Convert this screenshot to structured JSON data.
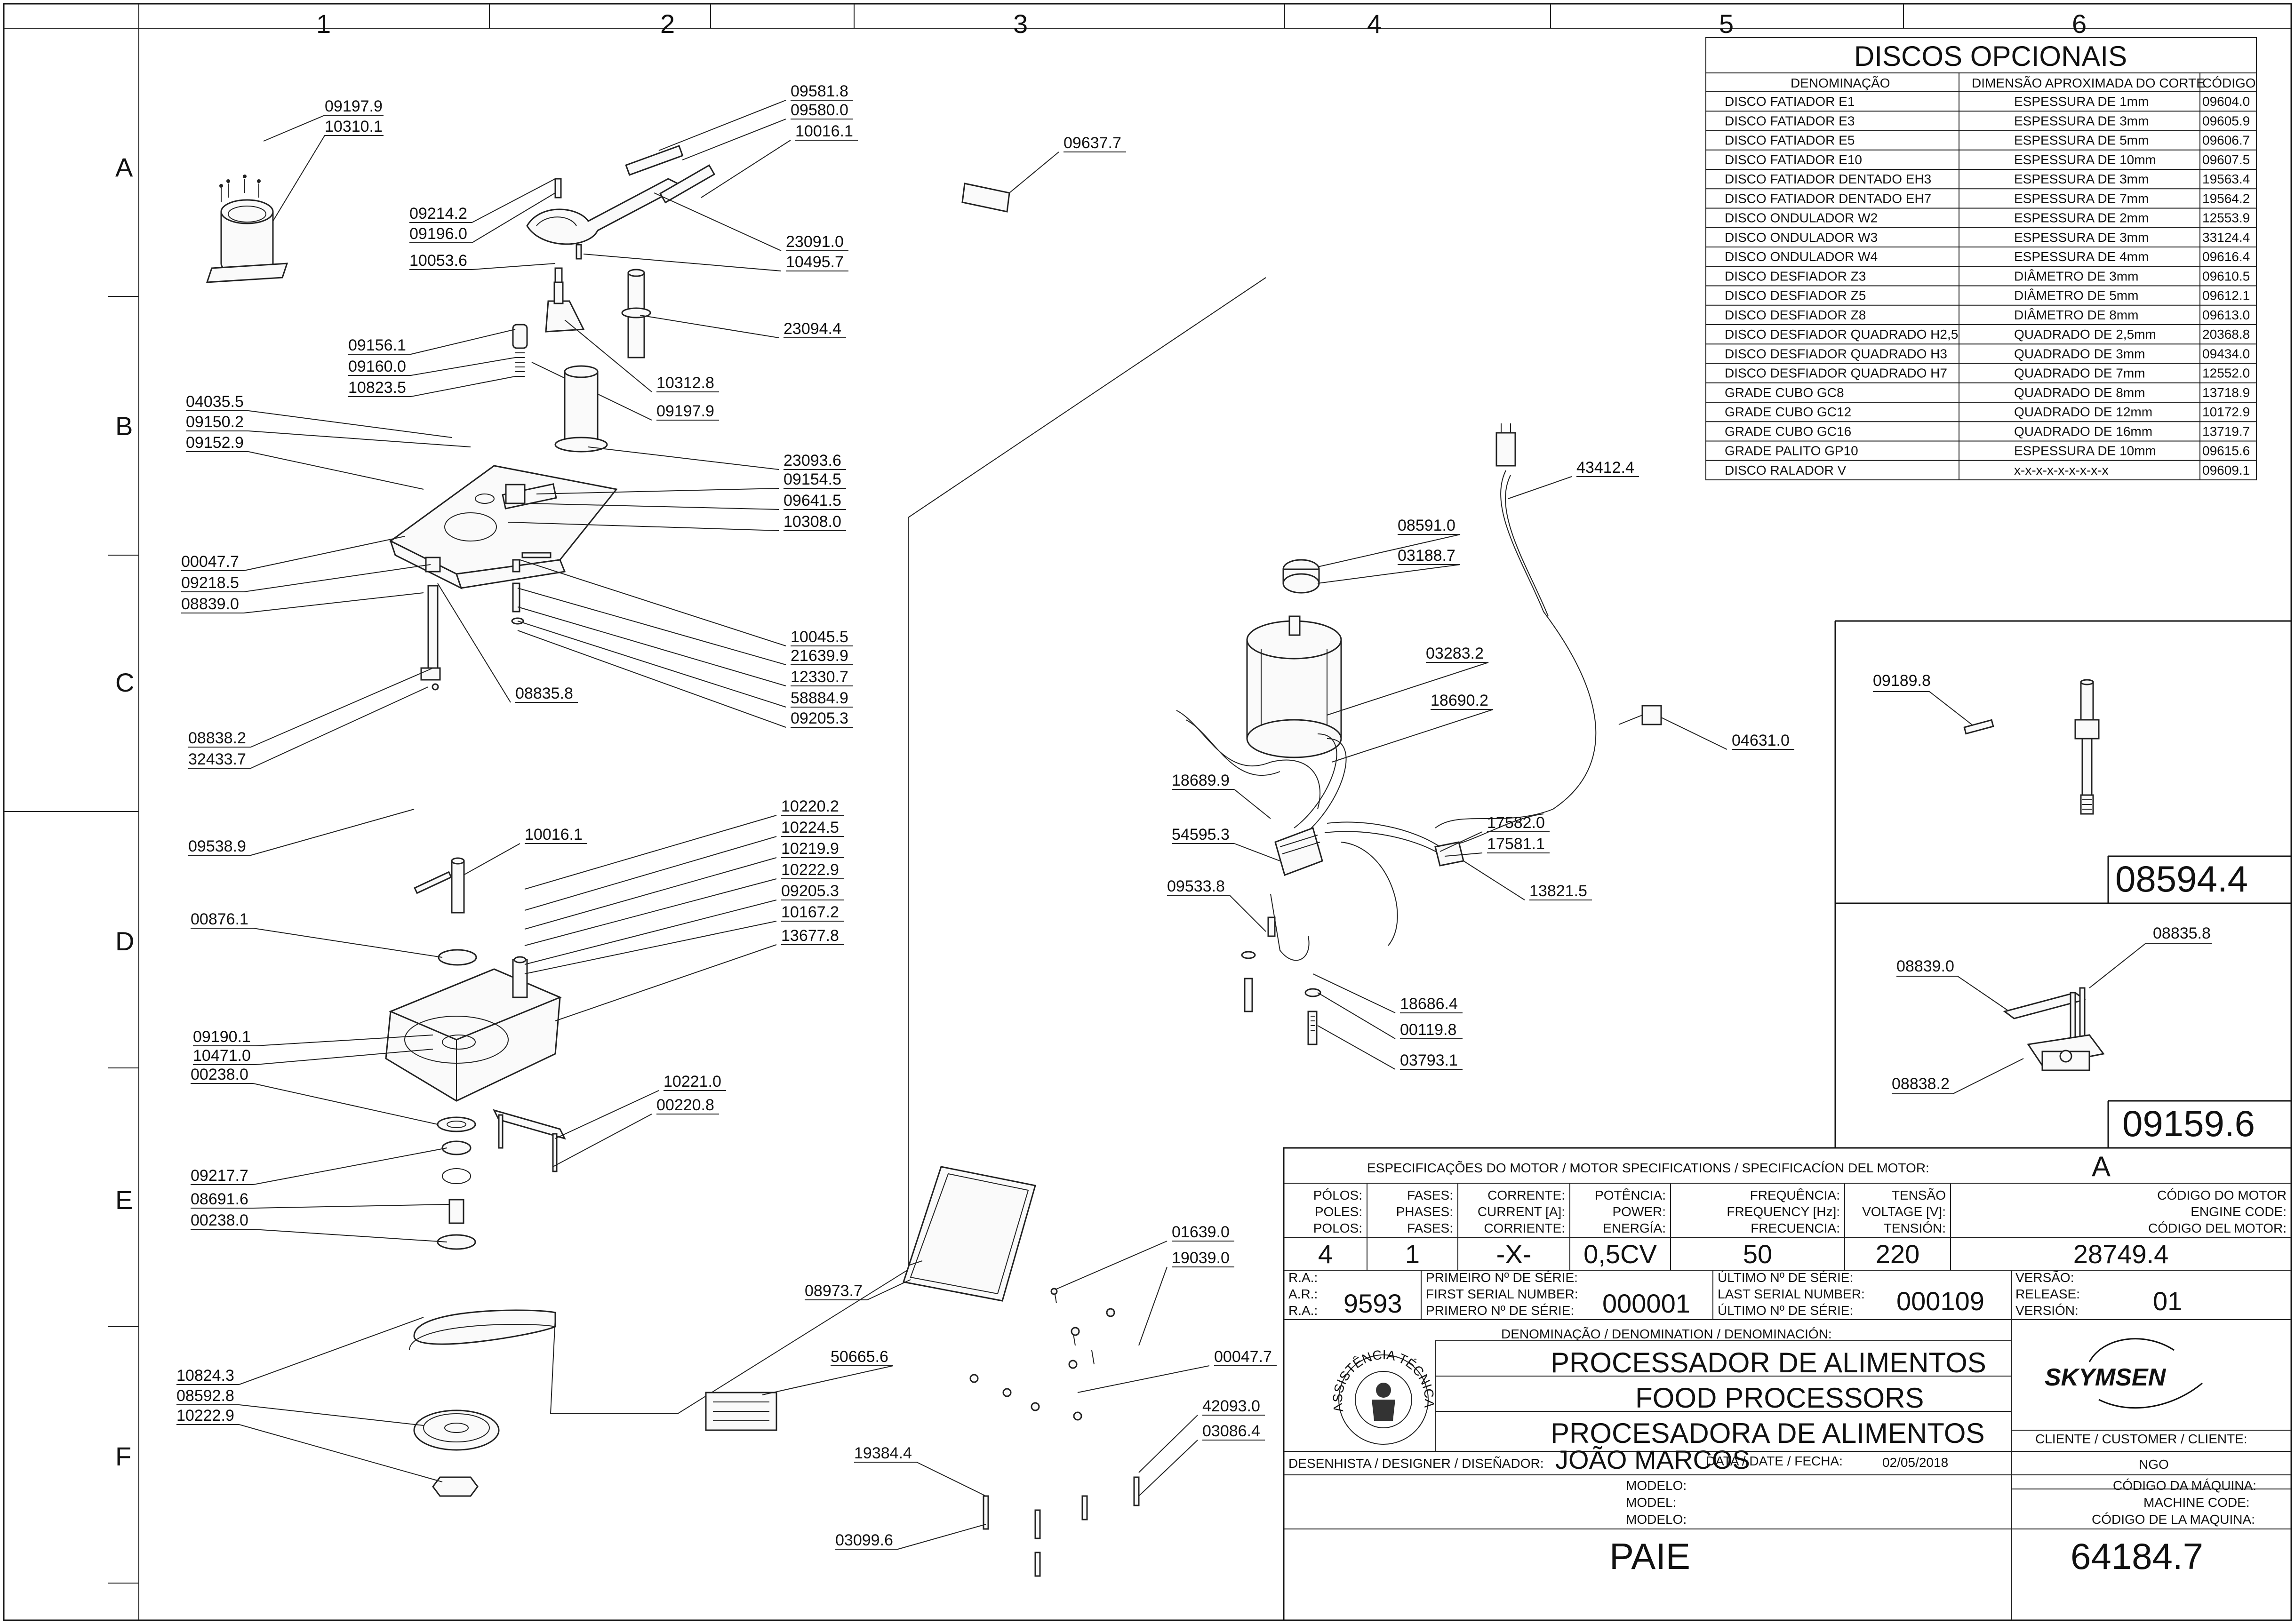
{
  "grid": {
    "columns": [
      "1",
      "2",
      "3",
      "4",
      "5",
      "6"
    ],
    "rows": [
      "A",
      "B",
      "C",
      "D",
      "E",
      "F"
    ]
  },
  "discs": {
    "title": "DISCOS OPCIONAIS",
    "headers": [
      "DENOMINAÇÃO",
      "DIMENSÃO APROXIMADA DO CORTE",
      "CÓDIGO"
    ],
    "rows": [
      [
        "DISCO FATIADOR E1",
        "ESPESSURA DE 1mm",
        "09604.0"
      ],
      [
        "DISCO FATIADOR E3",
        "ESPESSURA DE 3mm",
        "09605.9"
      ],
      [
        "DISCO FATIADOR E5",
        "ESPESSURA DE 5mm",
        "09606.7"
      ],
      [
        "DISCO FATIADOR E10",
        "ESPESSURA DE 10mm",
        "09607.5"
      ],
      [
        "DISCO FATIADOR DENTADO EH3",
        "ESPESSURA DE 3mm",
        "19563.4"
      ],
      [
        "DISCO FATIADOR DENTADO EH7",
        "ESPESSURA DE 7mm",
        "19564.2"
      ],
      [
        "DISCO ONDULADOR W2",
        "ESPESSURA DE 2mm",
        "12553.9"
      ],
      [
        "DISCO ONDULADOR W3",
        "ESPESSURA DE 3mm",
        "33124.4"
      ],
      [
        "DISCO ONDULADOR W4",
        "ESPESSURA DE 4mm",
        "09616.4"
      ],
      [
        "DISCO DESFIADOR Z3",
        "DIÂMETRO DE 3mm",
        "09610.5"
      ],
      [
        "DISCO DESFIADOR Z5",
        "DIÂMETRO DE 5mm",
        "09612.1"
      ],
      [
        "DISCO DESFIADOR Z8",
        "DIÂMETRO DE 8mm",
        "09613.0"
      ],
      [
        "DISCO DESFIADOR QUADRADO H2,5",
        "QUADRADO DE 2,5mm",
        "20368.8"
      ],
      [
        "DISCO DESFIADOR QUADRADO H3",
        "QUADRADO DE 3mm",
        "09434.0"
      ],
      [
        "DISCO DESFIADOR QUADRADO H7",
        "QUADRADO DE 7mm",
        "12552.0"
      ],
      [
        "GRADE CUBO GC8",
        "QUADRADO DE 8mm",
        "13718.9"
      ],
      [
        "GRADE CUBO GC12",
        "QUADRADO DE 12mm",
        "10172.9"
      ],
      [
        "GRADE CUBO GC16",
        "QUADRADO DE 16mm",
        "13719.7"
      ],
      [
        "GRADE PALITO GP10",
        "ESPESSURA DE 10mm",
        "09615.6"
      ],
      [
        "DISCO RALADOR V",
        "x-x-x-x-x-x-x-x-x",
        "09609.1"
      ]
    ]
  },
  "detail_boxes": [
    {
      "code": "08594.4",
      "labels": [
        "09189.8"
      ]
    },
    {
      "code": "09159.6",
      "labels": [
        "08839.0",
        "08835.8",
        "08838.2"
      ]
    }
  ],
  "callouts": {
    "top_left": [
      "09197.9",
      "10310.1"
    ],
    "top_center": [
      "09581.8",
      "09580.0",
      "10016.1",
      "09214.2",
      "09196.0",
      "10053.6",
      "23091.0",
      "10495.7",
      "23094.4",
      "09156.1",
      "09160.0",
      "10823.5",
      "10312.8",
      "09197.9"
    ],
    "base": [
      "04035.5",
      "09150.2",
      "09152.9",
      "23093.6",
      "09154.5",
      "09641.5",
      "10308.0",
      "00047.7",
      "09218.5",
      "08839.0",
      "10045.5",
      "21639.9",
      "12330.7",
      "58884.9",
      "09205.3",
      "08835.8",
      "08838.2",
      "32433.7"
    ],
    "lower": [
      "09538.9",
      "10016.1",
      "10220.2",
      "10224.5",
      "10219.9",
      "10222.9",
      "09205.3",
      "10167.2",
      "13677.8",
      "00876.1",
      "09190.1",
      "10471.0",
      "00238.0",
      "10221.0",
      "00220.8",
      "09217.7",
      "08691.6",
      "00238.0",
      "10824.3",
      "08592.8",
      "10222.9"
    ],
    "motor": [
      "43412.4",
      "08591.0",
      "03188.7",
      "03283.2",
      "18690.2",
      "04631.0",
      "18689.9",
      "17582.0",
      "17581.1",
      "54595.3",
      "13821.5",
      "09533.8",
      "18686.4",
      "00119.8",
      "03793.1"
    ],
    "misc": [
      "09637.7",
      "01639.0",
      "19039.0",
      "08973.7",
      "00047.7",
      "50665.6",
      "42093.0",
      "03086.4",
      "19384.4",
      "03099.6"
    ]
  },
  "motor_spec": {
    "title": "ESPECIFICAÇÕES DO MOTOR / MOTOR SPECIFICATIONS / SPECIFICACÍON DEL MOTOR:",
    "variant": "A",
    "headers": [
      [
        "PÓLOS:",
        "POLES:",
        "POLOS:"
      ],
      [
        "FASES:",
        "PHASES:",
        "FASES:"
      ],
      [
        "CORRENTE:",
        "CURRENT [A]:",
        "CORRIENTE:"
      ],
      [
        "POTÊNCIA:",
        "POWER:",
        "ENERGÍA:"
      ],
      [
        "FREQUÊNCIA:",
        "FREQUENCY [Hz]:",
        "FRECUENCIA:"
      ],
      [
        "TENSÃO",
        "VOLTAGE [V]:",
        "TENSIÓN:"
      ],
      [
        "CÓDIGO DO MOTOR",
        "ENGINE CODE:",
        "CÓDIGO DEL MOTOR:"
      ]
    ],
    "values": [
      "4",
      "1",
      "-X-",
      "0,5CV",
      "50",
      "220",
      "28749.4"
    ]
  },
  "title_block": {
    "ra_labels": [
      "R.A.:",
      "A.R.:",
      "R.A.:"
    ],
    "ra_value": "9593",
    "first_serial_labels": [
      "PRIMEIRO Nº DE SÉRIE:",
      "FIRST SERIAL NUMBER:",
      "PRIMERO Nº DE SÉRIE:"
    ],
    "first_serial": "000001",
    "last_serial_labels": [
      "ÚLTIMO Nº DE SÉRIE:",
      "LAST SERIAL NUMBER:",
      "ÚLTIMO Nº DE SÉRIE:"
    ],
    "last_serial": "000109",
    "version_labels": [
      "VERSÃO:",
      "RELEASE:",
      "VERSIÓN:"
    ],
    "version": "01",
    "denomination_label": "DENOMINAÇÃO / DENOMINATION / DENOMINACIÓN:",
    "names": [
      "PROCESSADOR DE ALIMENTOS",
      "FOOD PROCESSORS",
      "PROCESADORA DE ALIMENTOS"
    ],
    "brand": "SKYMSEN",
    "seal_text": "ASSISTÊNCIA TÉCNICA AUTORIZADA",
    "client_label": "CLIENTE / CUSTOMER / CLIENTE:",
    "client": "NGO",
    "designer_label": "DESENHISTA / DESIGNER / DISEÑADOR:",
    "designer": "JOÃO MARCOS",
    "date_label": "DATA / DATE / FECHA:",
    "date": "02/05/2018",
    "model_labels": [
      "MODELO:",
      "MODEL:",
      "MODELO:"
    ],
    "model": "PAIE",
    "machine_code_labels": [
      "CÓDIGO DA MÁQUINA:",
      "MACHINE CODE:",
      "CÓDIGO DE LA MAQUINA:"
    ],
    "machine_code": "64184.7"
  }
}
